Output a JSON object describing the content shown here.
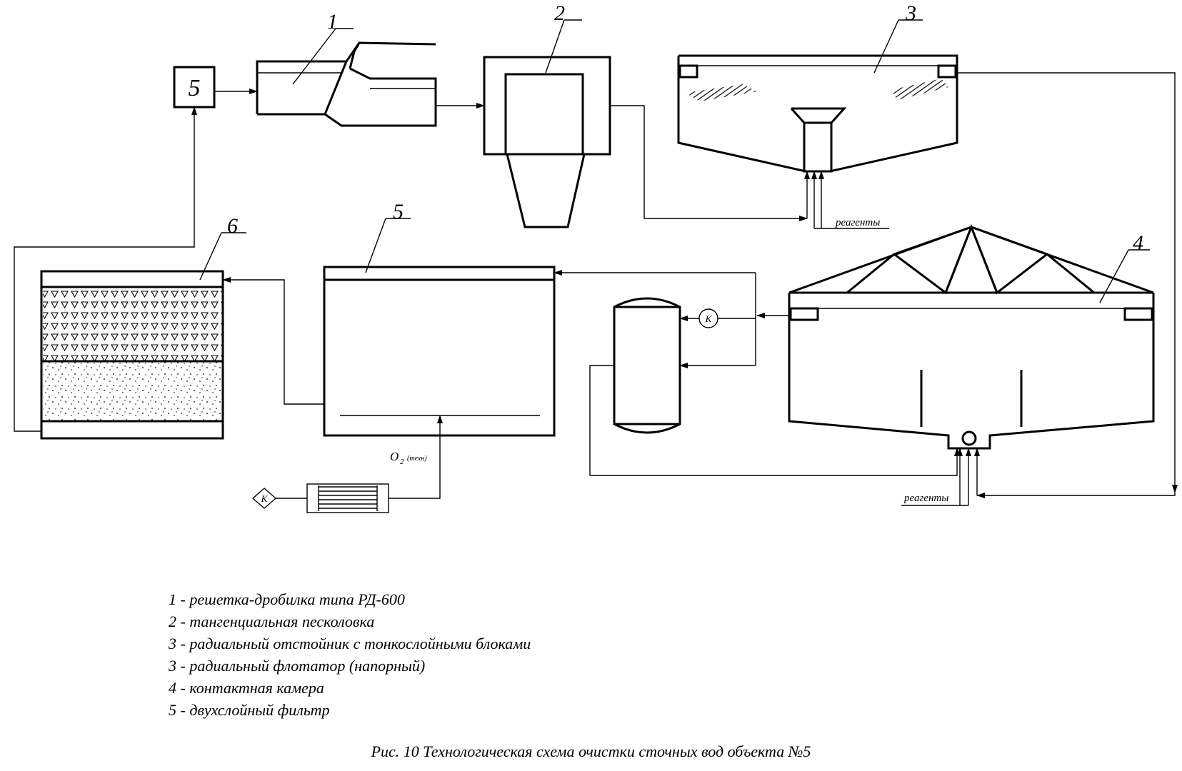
{
  "diagram": {
    "labels": {
      "n1": "1",
      "n2": "2",
      "n3": "3",
      "n4": "4",
      "n5_box": "5",
      "n5": "5",
      "n6": "6"
    },
    "reagents_top": "реагенты",
    "reagents_bottom": "реагенты",
    "o2_label": "O",
    "o2_sub": "2",
    "o2_note": "(техн)",
    "k_symbol_1": "K",
    "k_symbol_2": "K"
  },
  "legend": [
    "1 - решетка-дробилка типа РД-600",
    "2 - тангенциальная песколовка",
    "3 -  радиальный отстойник с тонкослойными блоками",
    "3 - радиальный флотатор (напорный)",
    "4 - контактная камера",
    "5 - двухслойный фильтр"
  ],
  "caption": "Рис. 10 Технологическая схема очистки сточных вод объекта №5"
}
